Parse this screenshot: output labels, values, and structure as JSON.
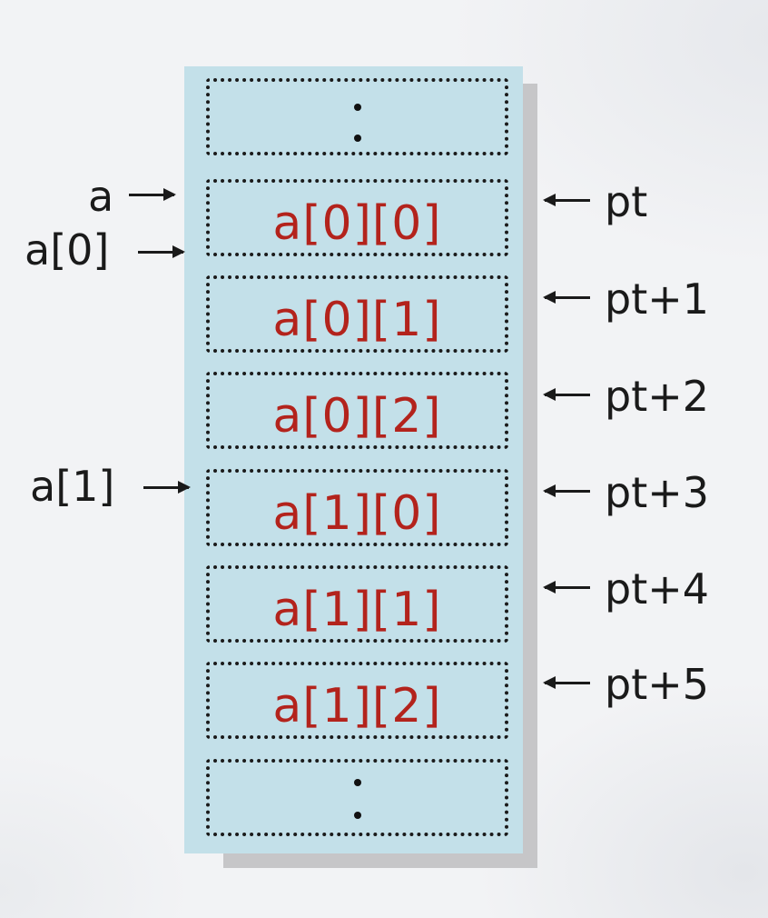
{
  "cells": [
    {
      "label": ""
    },
    {
      "label": "a[0][0]"
    },
    {
      "label": "a[0][1]"
    },
    {
      "label": "a[0][2]"
    },
    {
      "label": "a[1][0]"
    },
    {
      "label": "a[1][1]"
    },
    {
      "label": "a[1][2]"
    },
    {
      "label": ""
    }
  ],
  "left_labels": {
    "a": "a",
    "a0": "a[0]",
    "a1": "a[1]"
  },
  "right_labels": [
    "pt",
    "pt+1",
    "pt+2",
    "pt+3",
    "pt+4",
    "pt+5"
  ],
  "colors": {
    "cell_text": "#b3231c",
    "panel": "#c3e0e9"
  }
}
